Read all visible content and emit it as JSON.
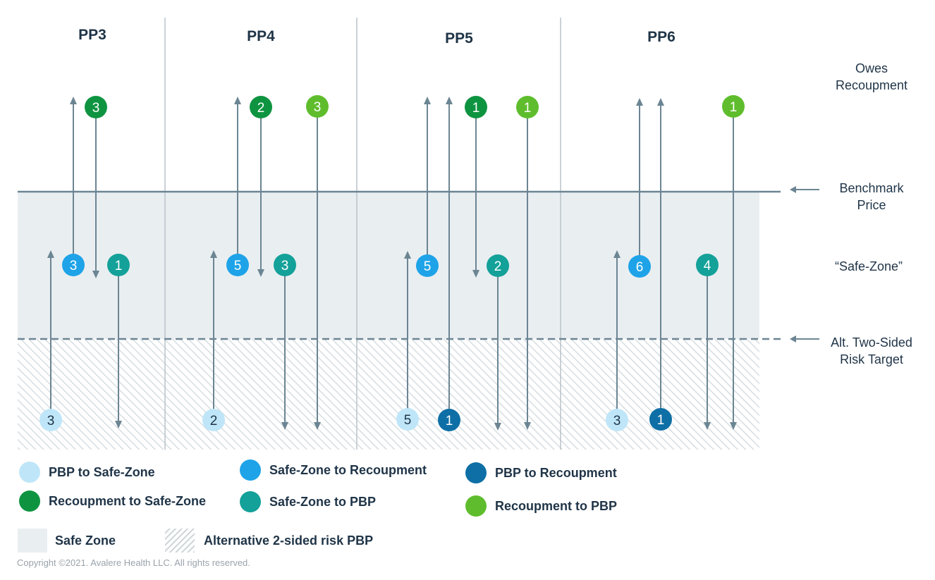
{
  "periods": [
    "PP3",
    "PP4",
    "PP5",
    "PP6"
  ],
  "side_labels": {
    "owes_recoupment": [
      "Owes",
      "Recoupment"
    ],
    "benchmark_price": [
      "Benchmark",
      "Price"
    ],
    "safe_zone": "“Safe-Zone”",
    "alt_two_sided": [
      "Alt. Two-Sided",
      "Risk Target"
    ]
  },
  "colors": {
    "pbp_to_safe_zone": "#bfe6f8",
    "safe_zone_to_recoupment": "#1ea3e8",
    "pbp_to_recoupment": "#0d6fa5",
    "recoupment_to_safe_zone": "#0e9440",
    "safe_zone_to_pbp": "#13a199",
    "recoupment_to_pbp": "#5fbd2d",
    "safe_zone_fill": "#e9eef1",
    "arrow": "#6c8593",
    "text": "#1f3447"
  },
  "transitions": [
    {
      "period": "PP3",
      "type": "pbp_to_safe_zone",
      "count": "3"
    },
    {
      "period": "PP3",
      "type": "safe_zone_to_recoupment",
      "count": "3"
    },
    {
      "period": "PP3",
      "type": "recoupment_to_safe_zone",
      "count": "3"
    },
    {
      "period": "PP3",
      "type": "safe_zone_to_pbp",
      "count": "1"
    },
    {
      "period": "PP4",
      "type": "pbp_to_safe_zone",
      "count": "2"
    },
    {
      "period": "PP4",
      "type": "safe_zone_to_recoupment",
      "count": "5"
    },
    {
      "period": "PP4",
      "type": "recoupment_to_safe_zone",
      "count": "2"
    },
    {
      "period": "PP4",
      "type": "safe_zone_to_pbp",
      "count": "3"
    },
    {
      "period": "PP4",
      "type": "recoupment_to_pbp",
      "count": "3"
    },
    {
      "period": "PP5",
      "type": "pbp_to_safe_zone",
      "count": "5"
    },
    {
      "period": "PP5",
      "type": "safe_zone_to_recoupment",
      "count": "5"
    },
    {
      "period": "PP5",
      "type": "pbp_to_recoupment",
      "count": "1"
    },
    {
      "period": "PP5",
      "type": "recoupment_to_safe_zone",
      "count": "1"
    },
    {
      "period": "PP5",
      "type": "safe_zone_to_pbp",
      "count": "2"
    },
    {
      "period": "PP5",
      "type": "recoupment_to_pbp",
      "count": "1"
    },
    {
      "period": "PP6",
      "type": "pbp_to_safe_zone",
      "count": "3"
    },
    {
      "period": "PP6",
      "type": "safe_zone_to_recoupment",
      "count": "6"
    },
    {
      "period": "PP6",
      "type": "pbp_to_recoupment",
      "count": "1"
    },
    {
      "period": "PP6",
      "type": "safe_zone_to_pbp",
      "count": "4"
    },
    {
      "period": "PP6",
      "type": "recoupment_to_pbp",
      "count": "1"
    }
  ],
  "legend": {
    "pbp_to_safe_zone": "PBP to Safe-Zone",
    "safe_zone_to_recoupment": "Safe-Zone to Recoupment",
    "pbp_to_recoupment": "PBP to Recoupment",
    "recoupment_to_safe_zone": "Recoupment to Safe-Zone",
    "safe_zone_to_pbp": "Safe-Zone to PBP",
    "recoupment_to_pbp": "Recoupment to PBP",
    "safe_zone": "Safe Zone",
    "alt_risk": "Alternative 2-sided risk PBP"
  },
  "copyright": "Copyright ©2021. Avalere Health LLC. All rights reserved."
}
